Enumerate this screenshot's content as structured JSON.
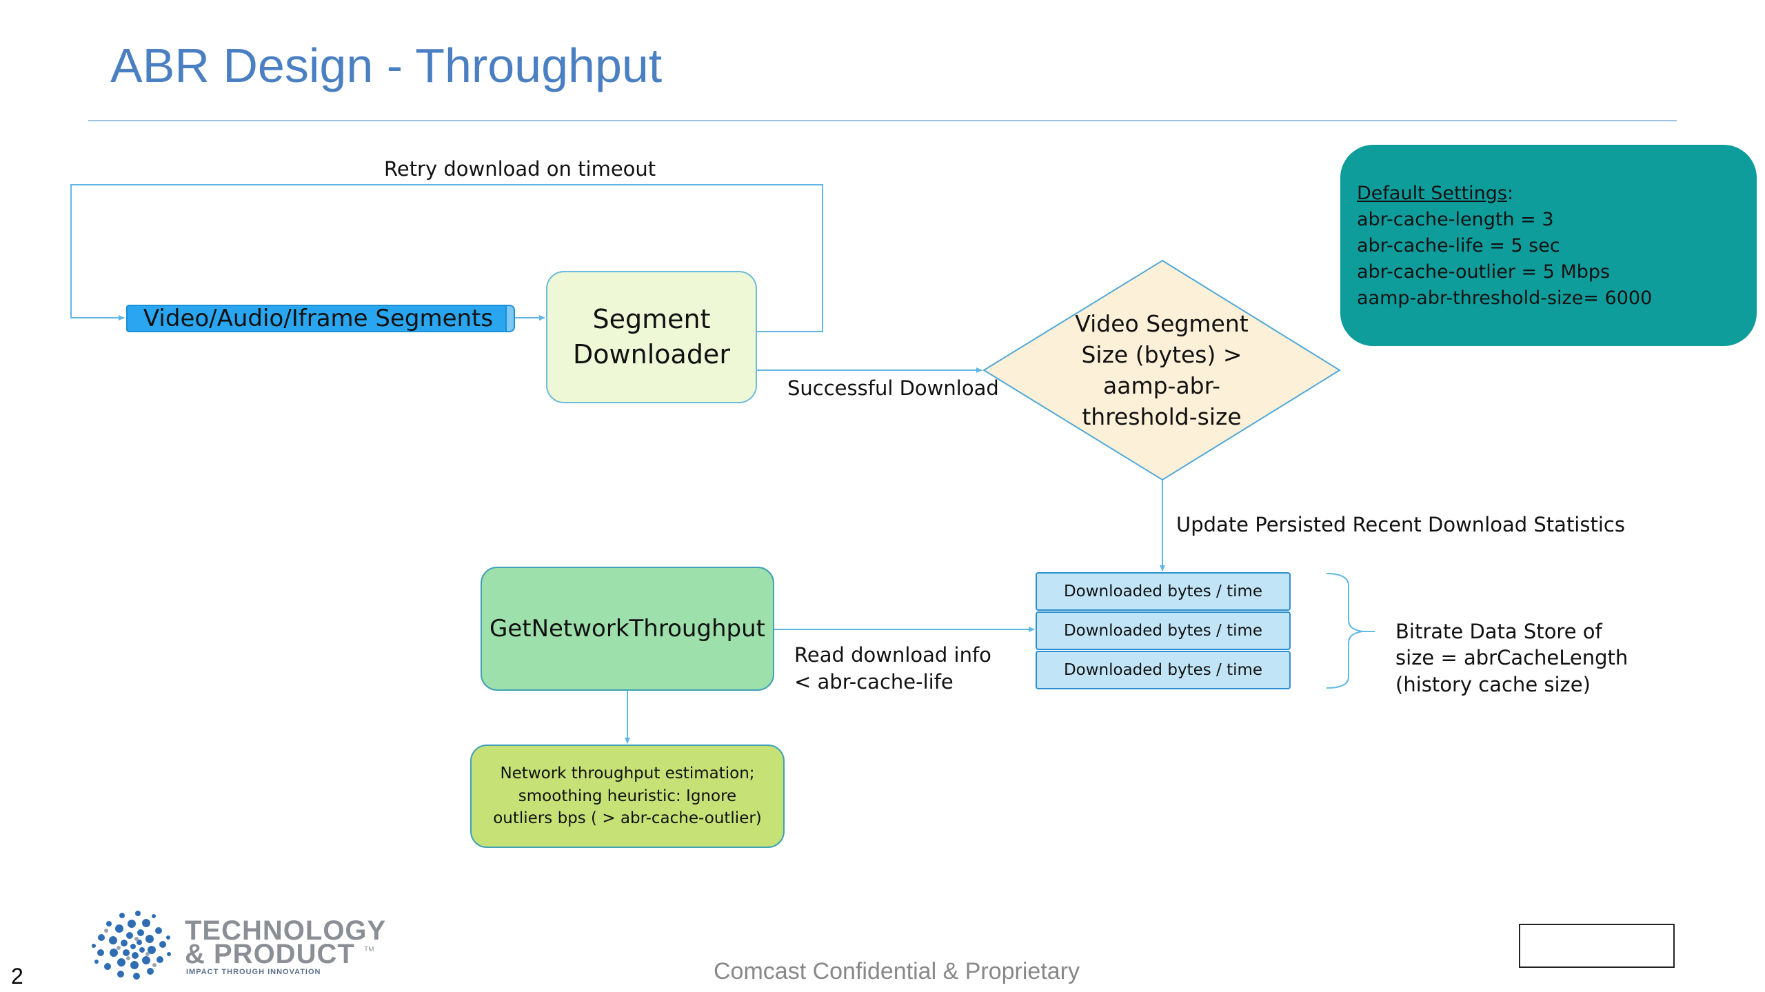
{
  "slide": {
    "title": "ABR Design - Throughput",
    "page_number": "2",
    "footer": "Comcast Confidential & Proprietary"
  },
  "logo": {
    "line1": "TECHNOLOGY",
    "line2": "& PRODUCT",
    "trademark": "TM",
    "tagline": "IMPACT THROUGH INNOVATION"
  },
  "diagram": {
    "segments_queue": "Video/Audio/Iframe Segments",
    "segment_downloader": "Segment Downloader",
    "decision": "Video Segment Size (bytes) > aamp-abr-threshold-size",
    "get_network_throughput": "GetNetworkThroughput",
    "throughput_estimation": "Network throughput estimation; smoothing heuristic: Ignore outliers bps ( > abr-cache-outlier)",
    "store_entries": [
      "Downloaded bytes / time",
      "Downloaded bytes / time",
      "Downloaded bytes / time"
    ],
    "store_caption": [
      "Bitrate Data Store of",
      "size = abrCacheLength",
      "(history cache size)"
    ],
    "edge_labels": {
      "retry": "Retry download on timeout",
      "success": "Successful Download",
      "update": "Update Persisted Recent Download Statistics",
      "read_line1": "Read download info",
      "read_line2": "< abr-cache-life"
    }
  },
  "settings": {
    "heading": "Default Settings",
    "heading_suffix": ":",
    "lines": [
      "abr-cache-length = 3",
      "abr-cache-life = 5 sec",
      "abr-cache-outlier = 5 Mbps",
      "aamp-abr-threshold-size= 6000"
    ]
  },
  "colors": {
    "title": "#4a7fc1",
    "connector": "#5fb7e5",
    "settings_bg": "#0f9d9c",
    "pipe": "#2aa6f0",
    "segment_downloader_bg": "#eef8d6",
    "decision_bg": "#fdf0d8",
    "gnt_bg": "#9ee0ab",
    "estimation_bg": "#c6e276",
    "store_bg": "#c1e4f7"
  }
}
